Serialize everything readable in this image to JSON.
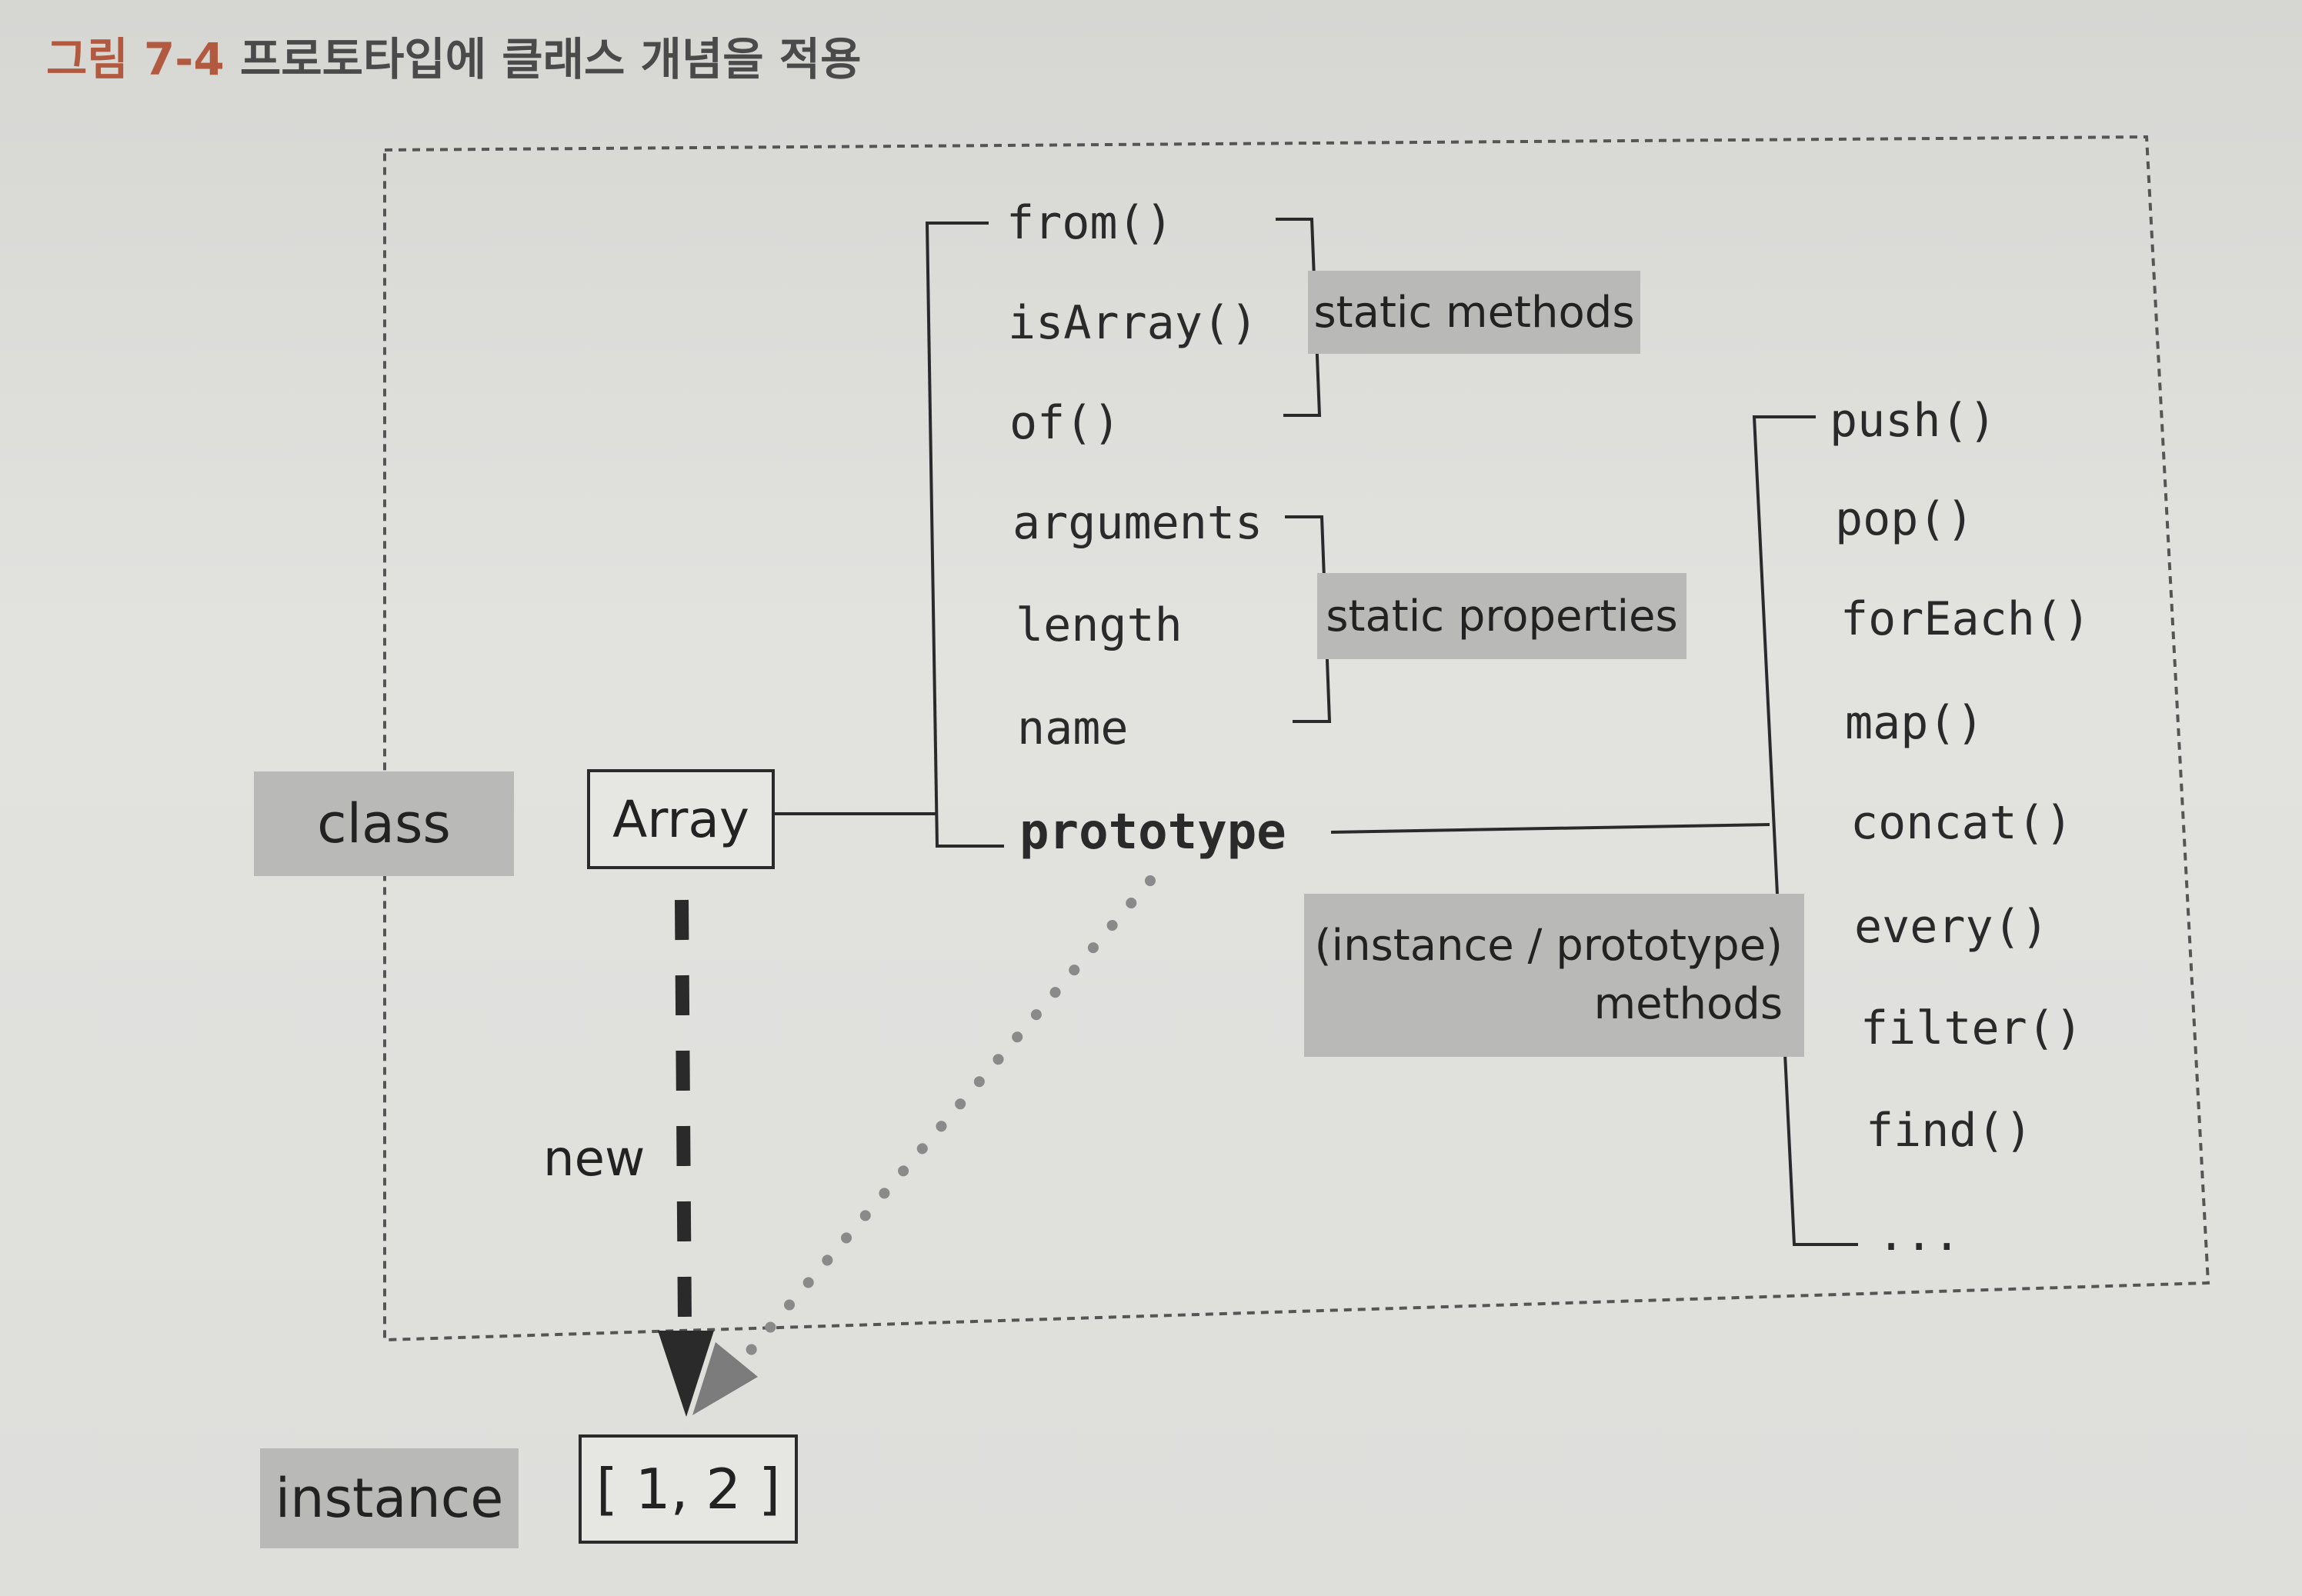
{
  "caption": {
    "figure_no": "그림 7-4",
    "title": "프로토타입에 클래스 개념을 적용"
  },
  "labels": {
    "class": "class",
    "instance": "instance",
    "new": "new"
  },
  "class_box": "Array",
  "instance_box": "[ 1, 2 ]",
  "static_methods": {
    "items": [
      "from()",
      "isArray()",
      "of()"
    ],
    "tag": "static methods"
  },
  "static_properties": {
    "items": [
      "arguments",
      "length",
      "name"
    ],
    "tag": "static properties"
  },
  "prototype_label": "prototype",
  "prototype_methods": {
    "tag_line1": "(instance / prototype)",
    "tag_line2": "methods",
    "items": [
      "push()",
      "pop()",
      "forEach()",
      "map()",
      "concat()",
      "every()",
      "filter()",
      "find()",
      "..."
    ]
  },
  "colors": {
    "figure_number": "#b25a40",
    "tag_background": "#b9b9b7",
    "line": "#2a2a2a",
    "dotted_arrow": "#8a8a8a"
  }
}
